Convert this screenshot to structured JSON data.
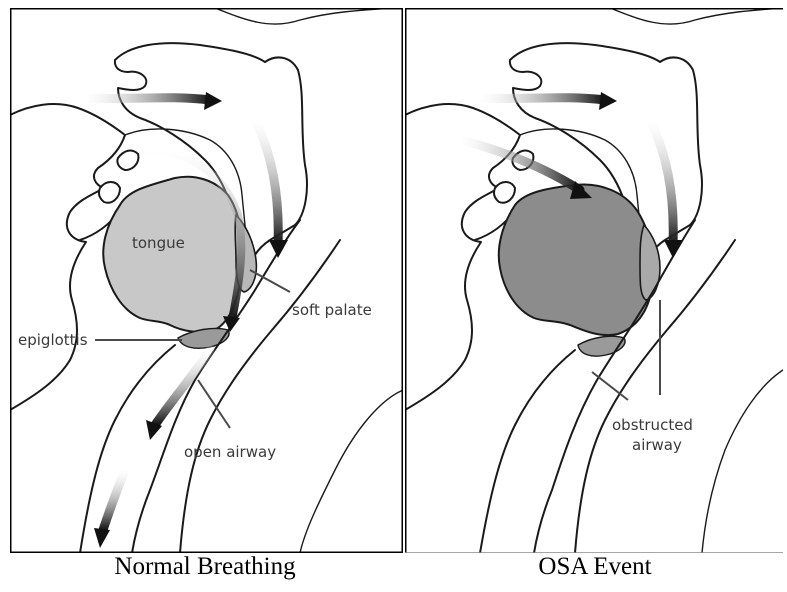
{
  "panels": [
    {
      "caption": "Normal Breathing",
      "labels": {
        "tongue": "tongue",
        "soft_palate": "soft palate",
        "epiglottis": "epiglottis",
        "open_airway": "open airway"
      }
    },
    {
      "caption": "OSA Event",
      "labels": {
        "obstructed_line1": "obstructed",
        "obstructed_line2": "airway"
      }
    }
  ],
  "colors": {
    "tongue_normal": "#c8c8c8",
    "tongue_osa": "#8c8c8c",
    "soft_palate_normal": "#b8b8b8",
    "soft_palate_osa": "#a9a9a9",
    "epiglottis": "#9a9a9a",
    "airflow_arrow": "#111111"
  }
}
